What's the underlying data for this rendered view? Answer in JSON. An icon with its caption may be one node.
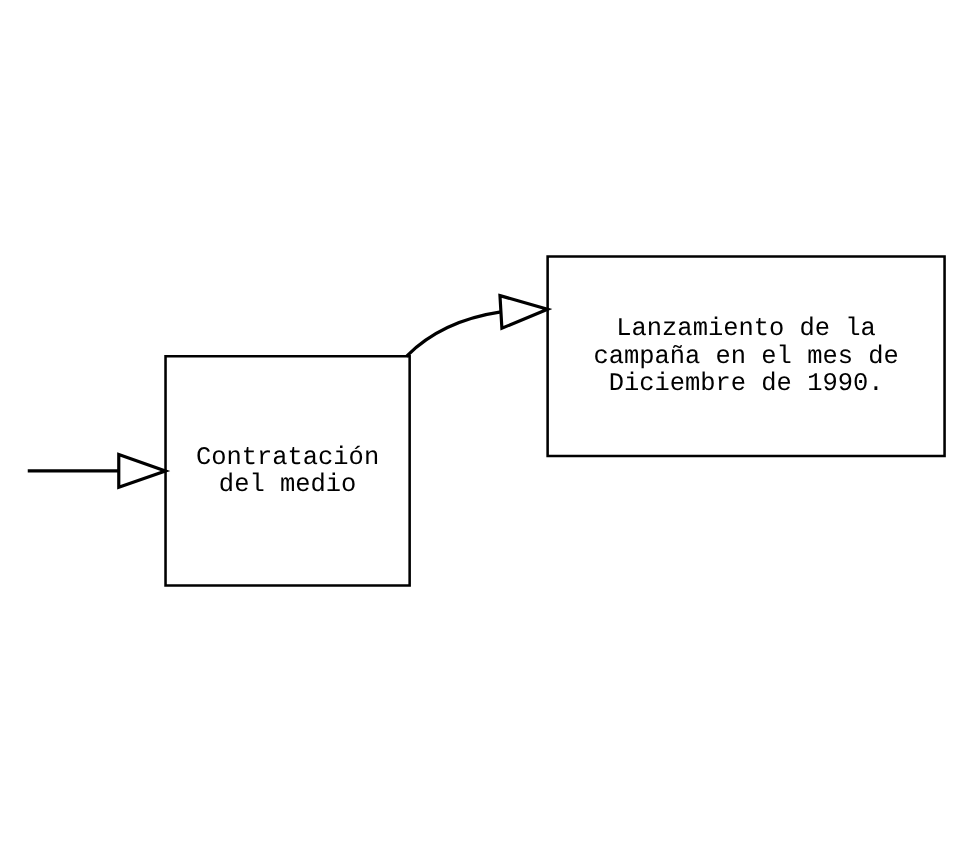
{
  "diagram": {
    "nodes": [
      {
        "text": [
          "Contratación del medio"
        ]
      },
      {
        "text": [
          "Lanzamiento de la campaña en el mes de Diciembre de 1990."
        ]
      }
    ],
    "edges": [
      {
        "from": null,
        "to": 0,
        "arrow": "to"
      },
      {
        "from": 0,
        "to": 1,
        "arrow": "to"
      }
    ]
  }
}
